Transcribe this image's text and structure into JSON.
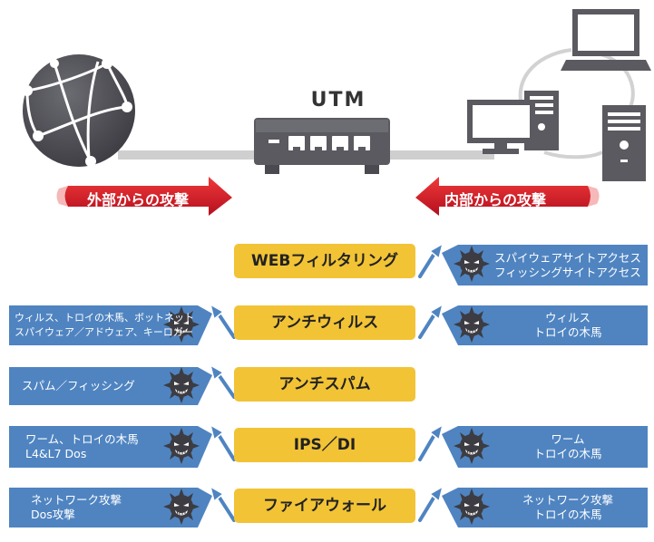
{
  "title": "UTM",
  "attacks": {
    "external": "外部からの攻撃",
    "internal": "内部からの攻撃"
  },
  "features": [
    "WEBフィルタリング",
    "アンチウィルス",
    "アンチスパム",
    "IPS／DI",
    "ファイアウォール"
  ],
  "threats_left": [
    null,
    [
      "ウィルス、トロイの木馬、ボットネット",
      "スパイウェア／アドウェア、キーロガー"
    ],
    [
      "スパム／フィッシング"
    ],
    [
      "ワーム、トロイの木馬",
      "L4&L7 Dos"
    ],
    [
      "ネットワーク攻撃",
      "Dos攻撃"
    ]
  ],
  "threats_right": [
    [
      "スパイウェアサイトアクセス",
      "フィッシングサイトアクセス"
    ],
    [
      "ウィルス",
      "トロイの木馬"
    ],
    null,
    [
      "ワーム",
      "トロイの木馬"
    ],
    [
      "ネットワーク攻撃",
      "トロイの木馬"
    ]
  ],
  "colors": {
    "feature": "#f2c335",
    "threat": "#4f84c1",
    "attack_arrow": "#d8182a",
    "device": "#5a5a60"
  },
  "icons": [
    "globe-icon",
    "router-icon",
    "desktop-pc-icon",
    "laptop-icon",
    "tower-server-icon",
    "virus-icon"
  ]
}
